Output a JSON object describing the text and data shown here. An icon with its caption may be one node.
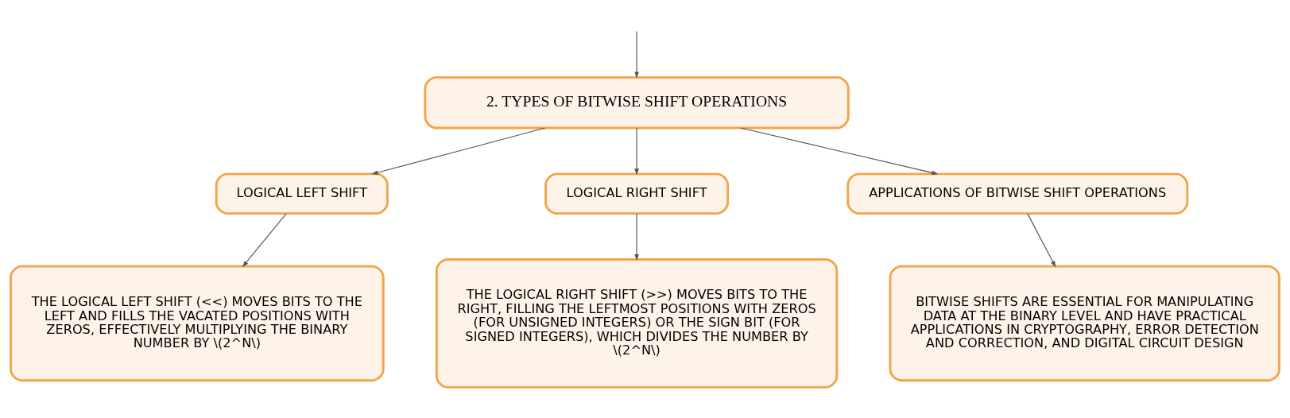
{
  "diagram": {
    "nodes": [
      {
        "text": [
          "2. TYPES OF BITWISE SHIFT OPERATIONS"
        ]
      },
      {
        "text": [
          "LOGICAL LEFT SHIFT"
        ]
      },
      {
        "text": [
          "LOGICAL RIGHT SHIFT"
        ]
      },
      {
        "text": [
          "APPLICATIONS OF BITWISE SHIFT OPERATIONS"
        ]
      },
      {
        "text": [
          "THE LOGICAL LEFT SHIFT (<<) MOVES BITS TO THE LEFT AND FILLS THE VACATED POSITIONS WITH ZEROS, EFFECTIVELY MULTIPLYING THE BINARY NUMBER BY \\(2^N\\)"
        ]
      },
      {
        "text": [
          "THE LOGICAL RIGHT SHIFT (>>) MOVES BITS TO THE RIGHT, FILLING THE LEFTMOST POSITIONS WITH ZEROS (FOR UNSIGNED INTEGERS) OR THE SIGN BIT (FOR SIGNED INTEGERS), WHICH DIVIDES THE NUMBER BY \\(2^N\\)"
        ]
      },
      {
        "text": [
          "BITWISE SHIFTS ARE ESSENTIAL FOR MANIPULATING DATA AT THE BINARY LEVEL AND HAVE PRACTICAL APPLICATIONS IN CRYPTOGRAPHY, ERROR DETECTION AND CORRECTION, AND DIGITAL CIRCUIT DESIGN"
        ]
      }
    ],
    "edges": [
      {
        "from": null,
        "to": 0,
        "arrow": "to"
      },
      {
        "from": 0,
        "to": 1,
        "arrow": "to"
      },
      {
        "from": 0,
        "to": 2,
        "arrow": "to"
      },
      {
        "from": 0,
        "to": 3,
        "arrow": "to"
      },
      {
        "from": 1,
        "to": 4,
        "arrow": "to"
      },
      {
        "from": 2,
        "to": 5,
        "arrow": "to"
      },
      {
        "from": 3,
        "to": 6,
        "arrow": "to"
      }
    ]
  }
}
